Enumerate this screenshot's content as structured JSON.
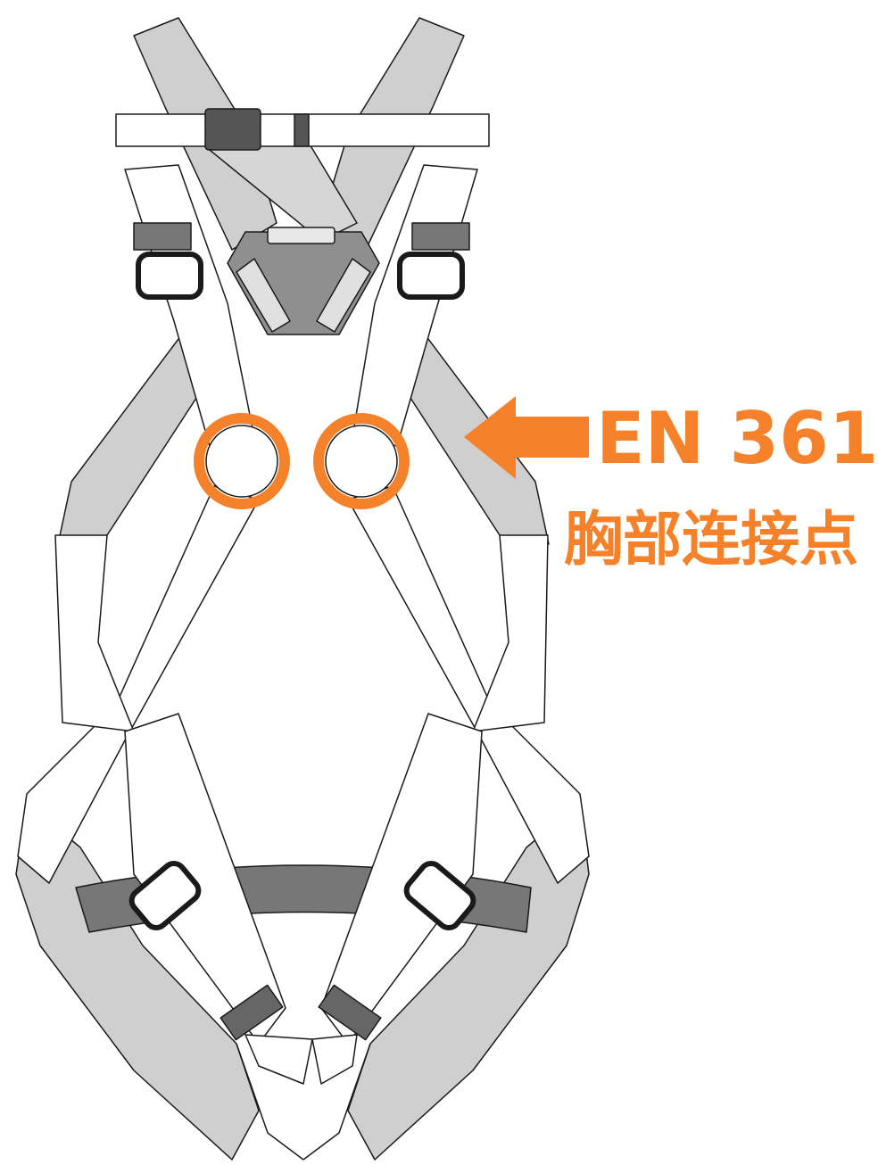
{
  "callout": {
    "standard": "EN 361",
    "label": "胸部连接点"
  },
  "colors": {
    "accent": "#f5822a",
    "strap_back": "#cfcfcf",
    "strap_front": "#ffffff",
    "buckle": "#6e6e6e",
    "outline": "#1a1a1a"
  },
  "icons": [
    "arrow-left-icon",
    "harness-illustration",
    "attachment-ring-icon"
  ]
}
